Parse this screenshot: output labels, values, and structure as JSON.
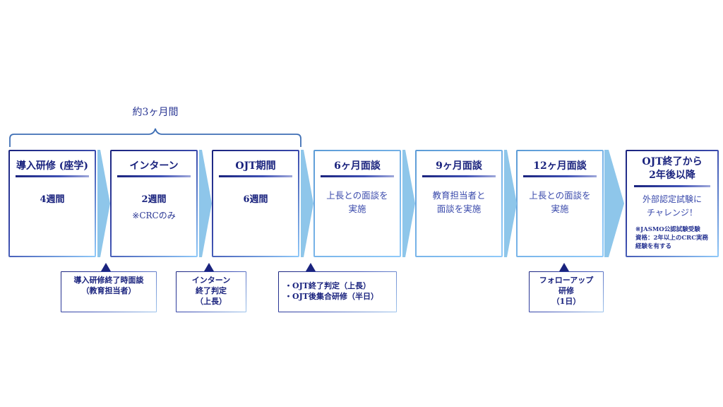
{
  "period_label": "約3ヶ月間",
  "stages": [
    {
      "title": "導入研修 (座学)",
      "duration": "4週間"
    },
    {
      "title": "インターン",
      "duration": "2週間",
      "note": "※CRCのみ"
    },
    {
      "title": "OJT期間",
      "duration": "6週間"
    },
    {
      "title": "6ヶ月面談",
      "description": "上長との面談を\n実施"
    },
    {
      "title": "9ヶ月面談",
      "description": "教育担当者と\n面談を実施"
    },
    {
      "title": "12ヶ月面談",
      "description": "上長との面談を\n実施"
    }
  ],
  "final": {
    "title": "OJT終了から\n2年後以降",
    "description": "外部認定試験に\nチャレンジ！",
    "sub_note": "※JASMO公認試験受験\n資格：2年以上のCRC実務\n経験を有する"
  },
  "callouts": [
    {
      "text": "導入研修終了時面談\n（教育担当者）"
    },
    {
      "text": "インターン\n終了判定\n（上長）"
    },
    {
      "text": "・OJT終了判定（上長）\n・OJT後集合研修（半日）"
    },
    {
      "text": "フォローアップ\n研修\n（1日）"
    }
  ],
  "colors": {
    "primary": "#1a237e",
    "accent": "#3949ab",
    "light": "#90caf9",
    "chevron": "#8ec6ea"
  }
}
